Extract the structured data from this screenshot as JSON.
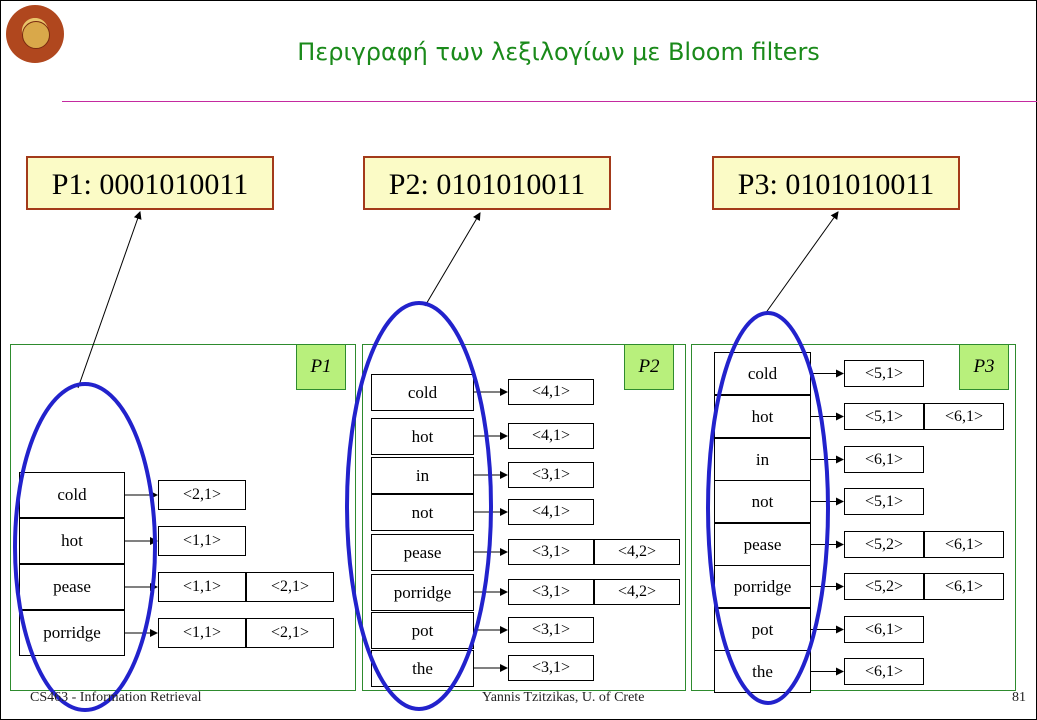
{
  "title": "Περιγραφή των λεξιλογίων με Bloom filters",
  "blooms": [
    {
      "label": "P1:  0001010011"
    },
    {
      "label": "P2:  0101010011"
    },
    {
      "label": "P3:  0101010011"
    }
  ],
  "panels": [
    {
      "tag": "P1",
      "rows": [
        {
          "term": "cold",
          "postings": [
            "<2,1>"
          ]
        },
        {
          "term": "hot",
          "postings": [
            "<1,1>"
          ]
        },
        {
          "term": "pease",
          "postings": [
            "<1,1>",
            "<2,1>"
          ]
        },
        {
          "term": "porridge",
          "postings": [
            "<1,1>",
            "<2,1>"
          ]
        }
      ]
    },
    {
      "tag": "P2",
      "rows": [
        {
          "term": "cold",
          "postings": [
            "<4,1>"
          ]
        },
        {
          "term": "hot",
          "postings": [
            "<4,1>"
          ]
        },
        {
          "term": "in",
          "postings": [
            "<3,1>"
          ]
        },
        {
          "term": "not",
          "postings": [
            "<4,1>"
          ]
        },
        {
          "term": "pease",
          "postings": [
            "<3,1>",
            "<4,2>"
          ]
        },
        {
          "term": "porridge",
          "postings": [
            "<3,1>",
            "<4,2>"
          ]
        },
        {
          "term": "pot",
          "postings": [
            "<3,1>"
          ]
        },
        {
          "term": "the",
          "postings": [
            "<3,1>"
          ]
        }
      ]
    },
    {
      "tag": "P3",
      "rows": [
        {
          "term": "cold",
          "postings": [
            "<5,1>"
          ]
        },
        {
          "term": "hot",
          "postings": [
            "<5,1>",
            "<6,1>"
          ]
        },
        {
          "term": "in",
          "postings": [
            "<6,1>"
          ]
        },
        {
          "term": "not",
          "postings": [
            "<5,1>"
          ]
        },
        {
          "term": "pease",
          "postings": [
            "<5,2>",
            "<6,1>"
          ]
        },
        {
          "term": "porridge",
          "postings": [
            "<5,2>",
            "<6,1>"
          ]
        },
        {
          "term": "pot",
          "postings": [
            "<6,1>"
          ]
        },
        {
          "term": "the",
          "postings": [
            "<6,1>"
          ]
        }
      ]
    }
  ],
  "footer": {
    "course": "CS463 - Information Retrieval",
    "author": "Yannis Tzitzikas, U. of Crete",
    "page": "81"
  },
  "colors": {
    "title": "#1a8a1a",
    "ellipse": "#2222cc",
    "panel_border": "#2e8b2e",
    "tag_fill": "#b8f07c",
    "bloom_fill": "#fbfbc6",
    "bloom_border": "#a33a1a"
  }
}
